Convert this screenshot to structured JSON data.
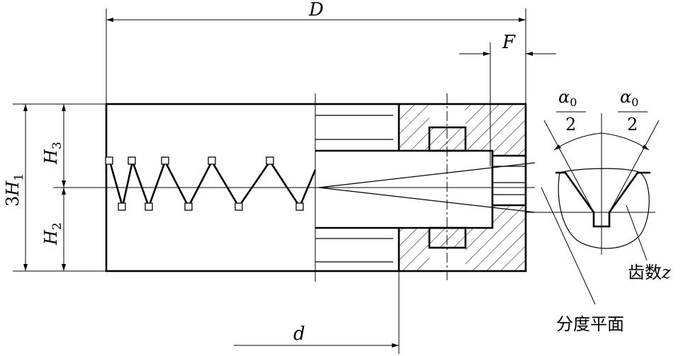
{
  "diagram": {
    "labels": {
      "dim_D": "D",
      "dim_F": "F",
      "dim_d": "d",
      "dim_3H": "3",
      "dim_3H_var": "H",
      "dim_3H_sub": "1",
      "dim_H3_var": "H",
      "dim_H3_sub": "3",
      "dim_H2_var": "H",
      "dim_H2_sub": "2",
      "alpha_var": "α",
      "alpha_sub": "0",
      "alpha_den": "2",
      "teeth_count": "齿数",
      "teeth_var": "z",
      "indexing_plane": "分度平面"
    }
  }
}
